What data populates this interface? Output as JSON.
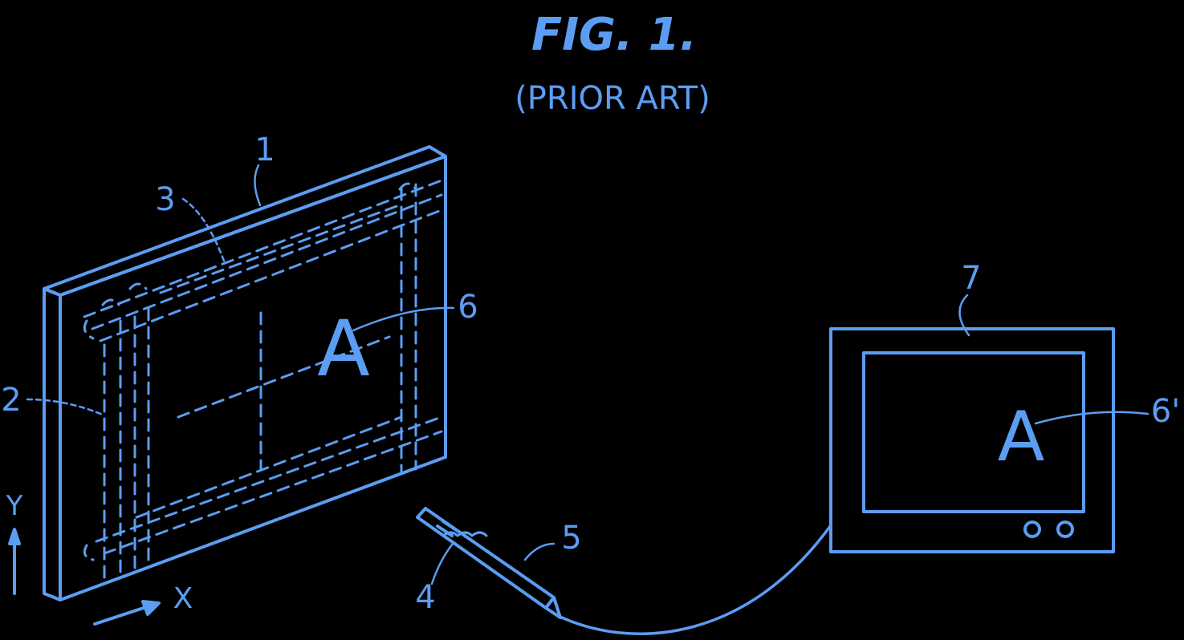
{
  "title": "FIG. 1.",
  "subtitle": "(PRIOR ART)",
  "color": "#5b9df2",
  "labels": {
    "tablet": "1",
    "grid_y": "2",
    "grid_x": "3",
    "pen_coil": "4",
    "pen": "5",
    "letter_on_tablet": "6",
    "display": "7",
    "letter_on_display": "6'",
    "axis_x": "X",
    "axis_y": "Y"
  },
  "glyphs": {
    "tablet_letter": "A",
    "display_letter": "A"
  }
}
